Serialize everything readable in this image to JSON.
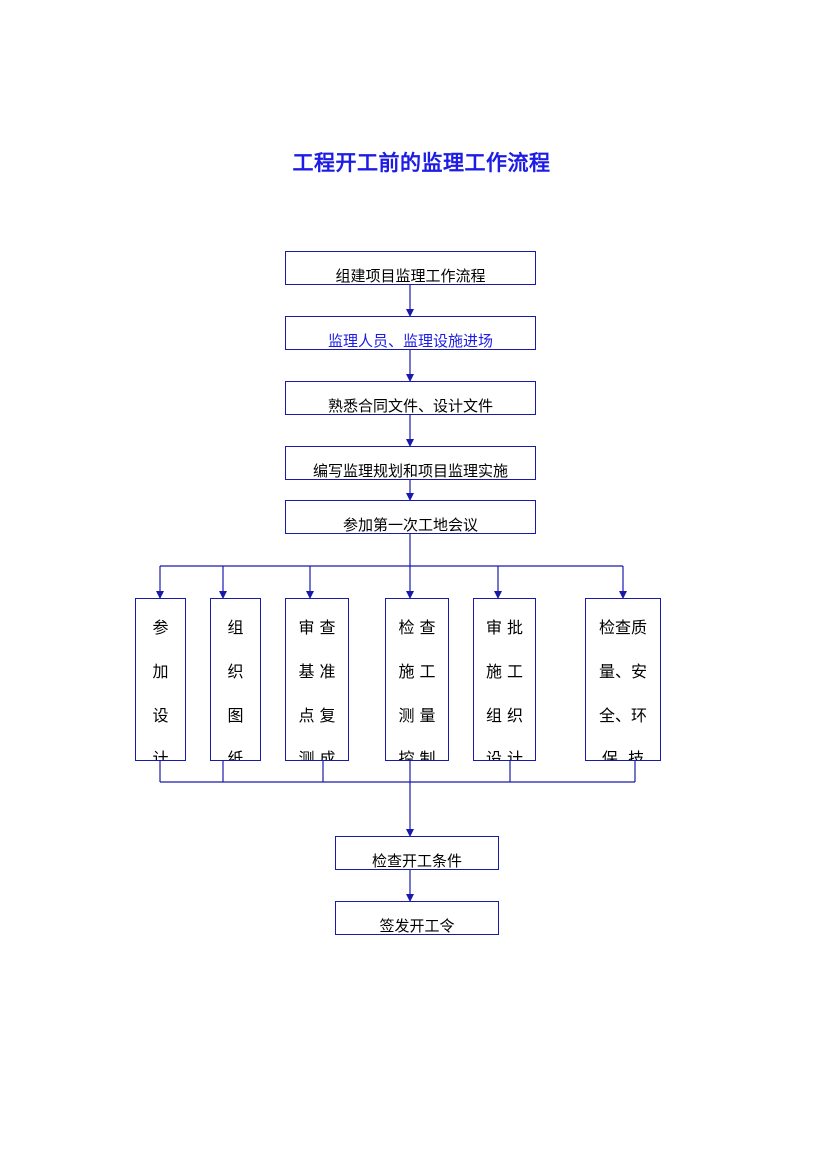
{
  "title": "工程开工前的监理工作流程",
  "colors": {
    "line": "#1a1aaa",
    "title": "#1c1ce6",
    "text_highlight": "#1c1ce6"
  },
  "steps": [
    {
      "label": "组建项目监理工作流程"
    },
    {
      "label": "监理人员、监理设施进场"
    },
    {
      "label": "熟悉合同文件、设计文件"
    },
    {
      "label": "编写监理规划和项目监理实施"
    },
    {
      "label": "参加第一次工地会议"
    }
  ],
  "branches": [
    {
      "lines": [
        "参",
        "加",
        "设",
        "计"
      ]
    },
    {
      "lines": [
        "组",
        "织",
        "图",
        "纸"
      ]
    },
    {
      "lines": [
        "审 查",
        "基 准",
        "点 复",
        "测 成"
      ]
    },
    {
      "lines": [
        "检 查",
        "施 工",
        "测 量",
        "控 制"
      ]
    },
    {
      "lines": [
        "审 批",
        "施 工",
        "组 织",
        "设 计"
      ]
    },
    {
      "lines": [
        "检查质",
        "量、安",
        "全、环",
        "保  技"
      ]
    }
  ],
  "final_steps": [
    {
      "label": "检查开工条件"
    },
    {
      "label": "签发开工令"
    }
  ]
}
